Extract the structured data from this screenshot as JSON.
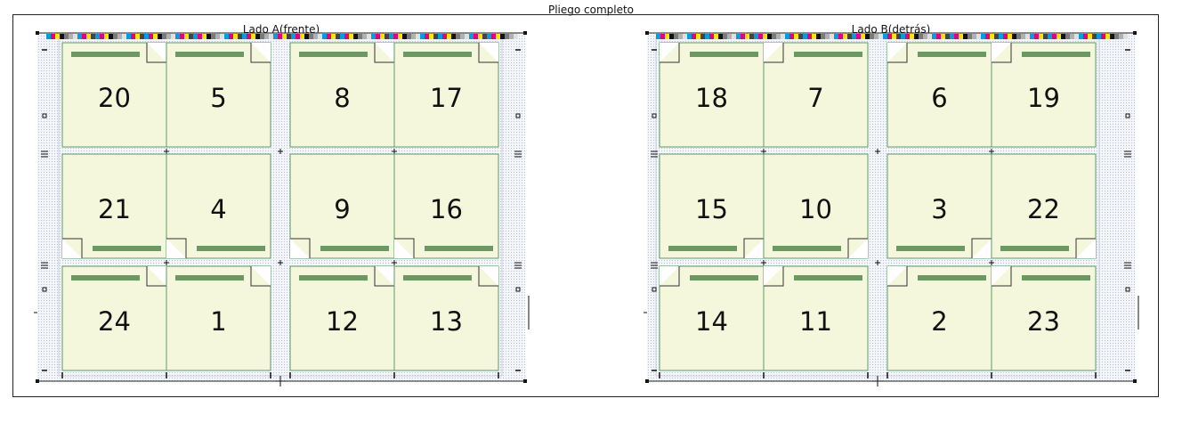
{
  "title": "Pliego completo",
  "sheets": [
    {
      "label": "Lado A(frente)",
      "side": "front",
      "rows": [
        {
          "fold_corner": "top-right",
          "pages": [
            "20",
            "5",
            "8",
            "17"
          ]
        },
        {
          "fold_corner": "bottom-left",
          "pages": [
            "21",
            "4",
            "9",
            "16"
          ]
        },
        {
          "fold_corner": "top-right",
          "pages": [
            "24",
            "1",
            "12",
            "13"
          ]
        }
      ]
    },
    {
      "label": "Lado B(detrás)",
      "side": "back",
      "rows": [
        {
          "fold_corner": "top-left",
          "pages": [
            "18",
            "7",
            "6",
            "19"
          ]
        },
        {
          "fold_corner": "bottom-right",
          "pages": [
            "15",
            "10",
            "3",
            "22"
          ]
        },
        {
          "fold_corner": "top-left",
          "pages": [
            "14",
            "11",
            "2",
            "23"
          ]
        }
      ]
    }
  ],
  "colors": {
    "page_fill": "#f5f7dc",
    "page_stroke": "#5e9a68",
    "header_bar": "#6a9a62",
    "sheet_bg": "#e9ecf2"
  }
}
